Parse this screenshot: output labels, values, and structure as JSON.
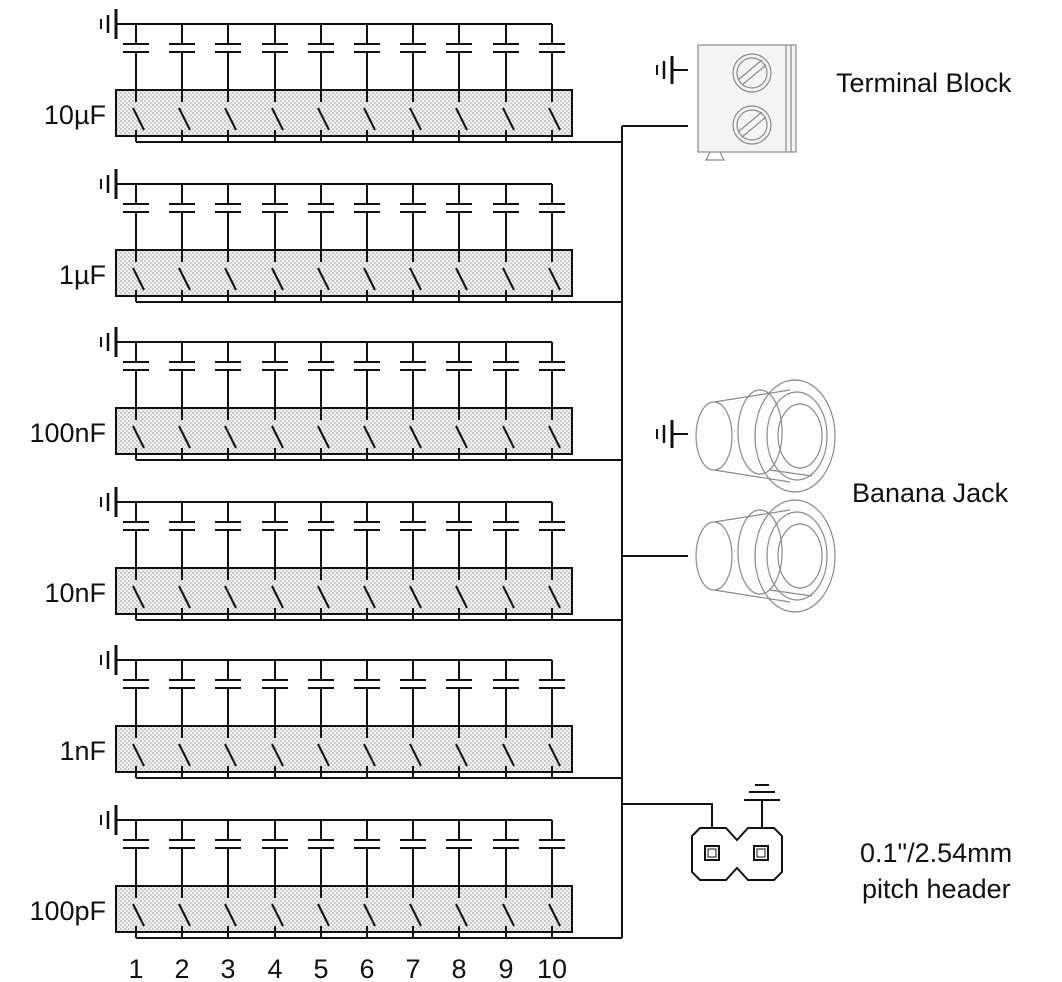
{
  "banks": [
    {
      "label": "10µF"
    },
    {
      "label": "1µF"
    },
    {
      "label": "100nF"
    },
    {
      "label": "10nF"
    },
    {
      "label": "1nF"
    },
    {
      "label": "100pF"
    }
  ],
  "switch_numbers": [
    "1",
    "2",
    "3",
    "4",
    "5",
    "6",
    "7",
    "8",
    "9",
    "10"
  ],
  "connectors": {
    "terminal_block": {
      "label": "Terminal Block"
    },
    "banana_jack": {
      "label": "Banana Jack"
    },
    "pitch_header": {
      "label_line1": "0.1\"/2.54mm",
      "label_line2": "pitch header"
    }
  }
}
